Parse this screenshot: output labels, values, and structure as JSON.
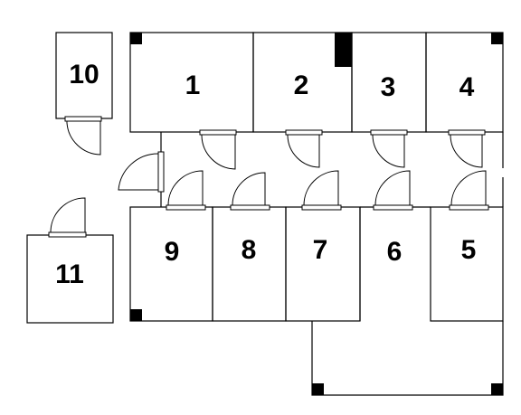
{
  "rooms": [
    {
      "id": "room-1",
      "label": "1"
    },
    {
      "id": "room-2",
      "label": "2"
    },
    {
      "id": "room-3",
      "label": "3"
    },
    {
      "id": "room-4",
      "label": "4"
    },
    {
      "id": "room-5",
      "label": "5"
    },
    {
      "id": "room-6",
      "label": "6"
    },
    {
      "id": "room-7",
      "label": "7"
    },
    {
      "id": "room-8",
      "label": "8"
    },
    {
      "id": "room-9",
      "label": "9"
    },
    {
      "id": "room-10",
      "label": "10"
    },
    {
      "id": "room-11",
      "label": "11"
    }
  ]
}
